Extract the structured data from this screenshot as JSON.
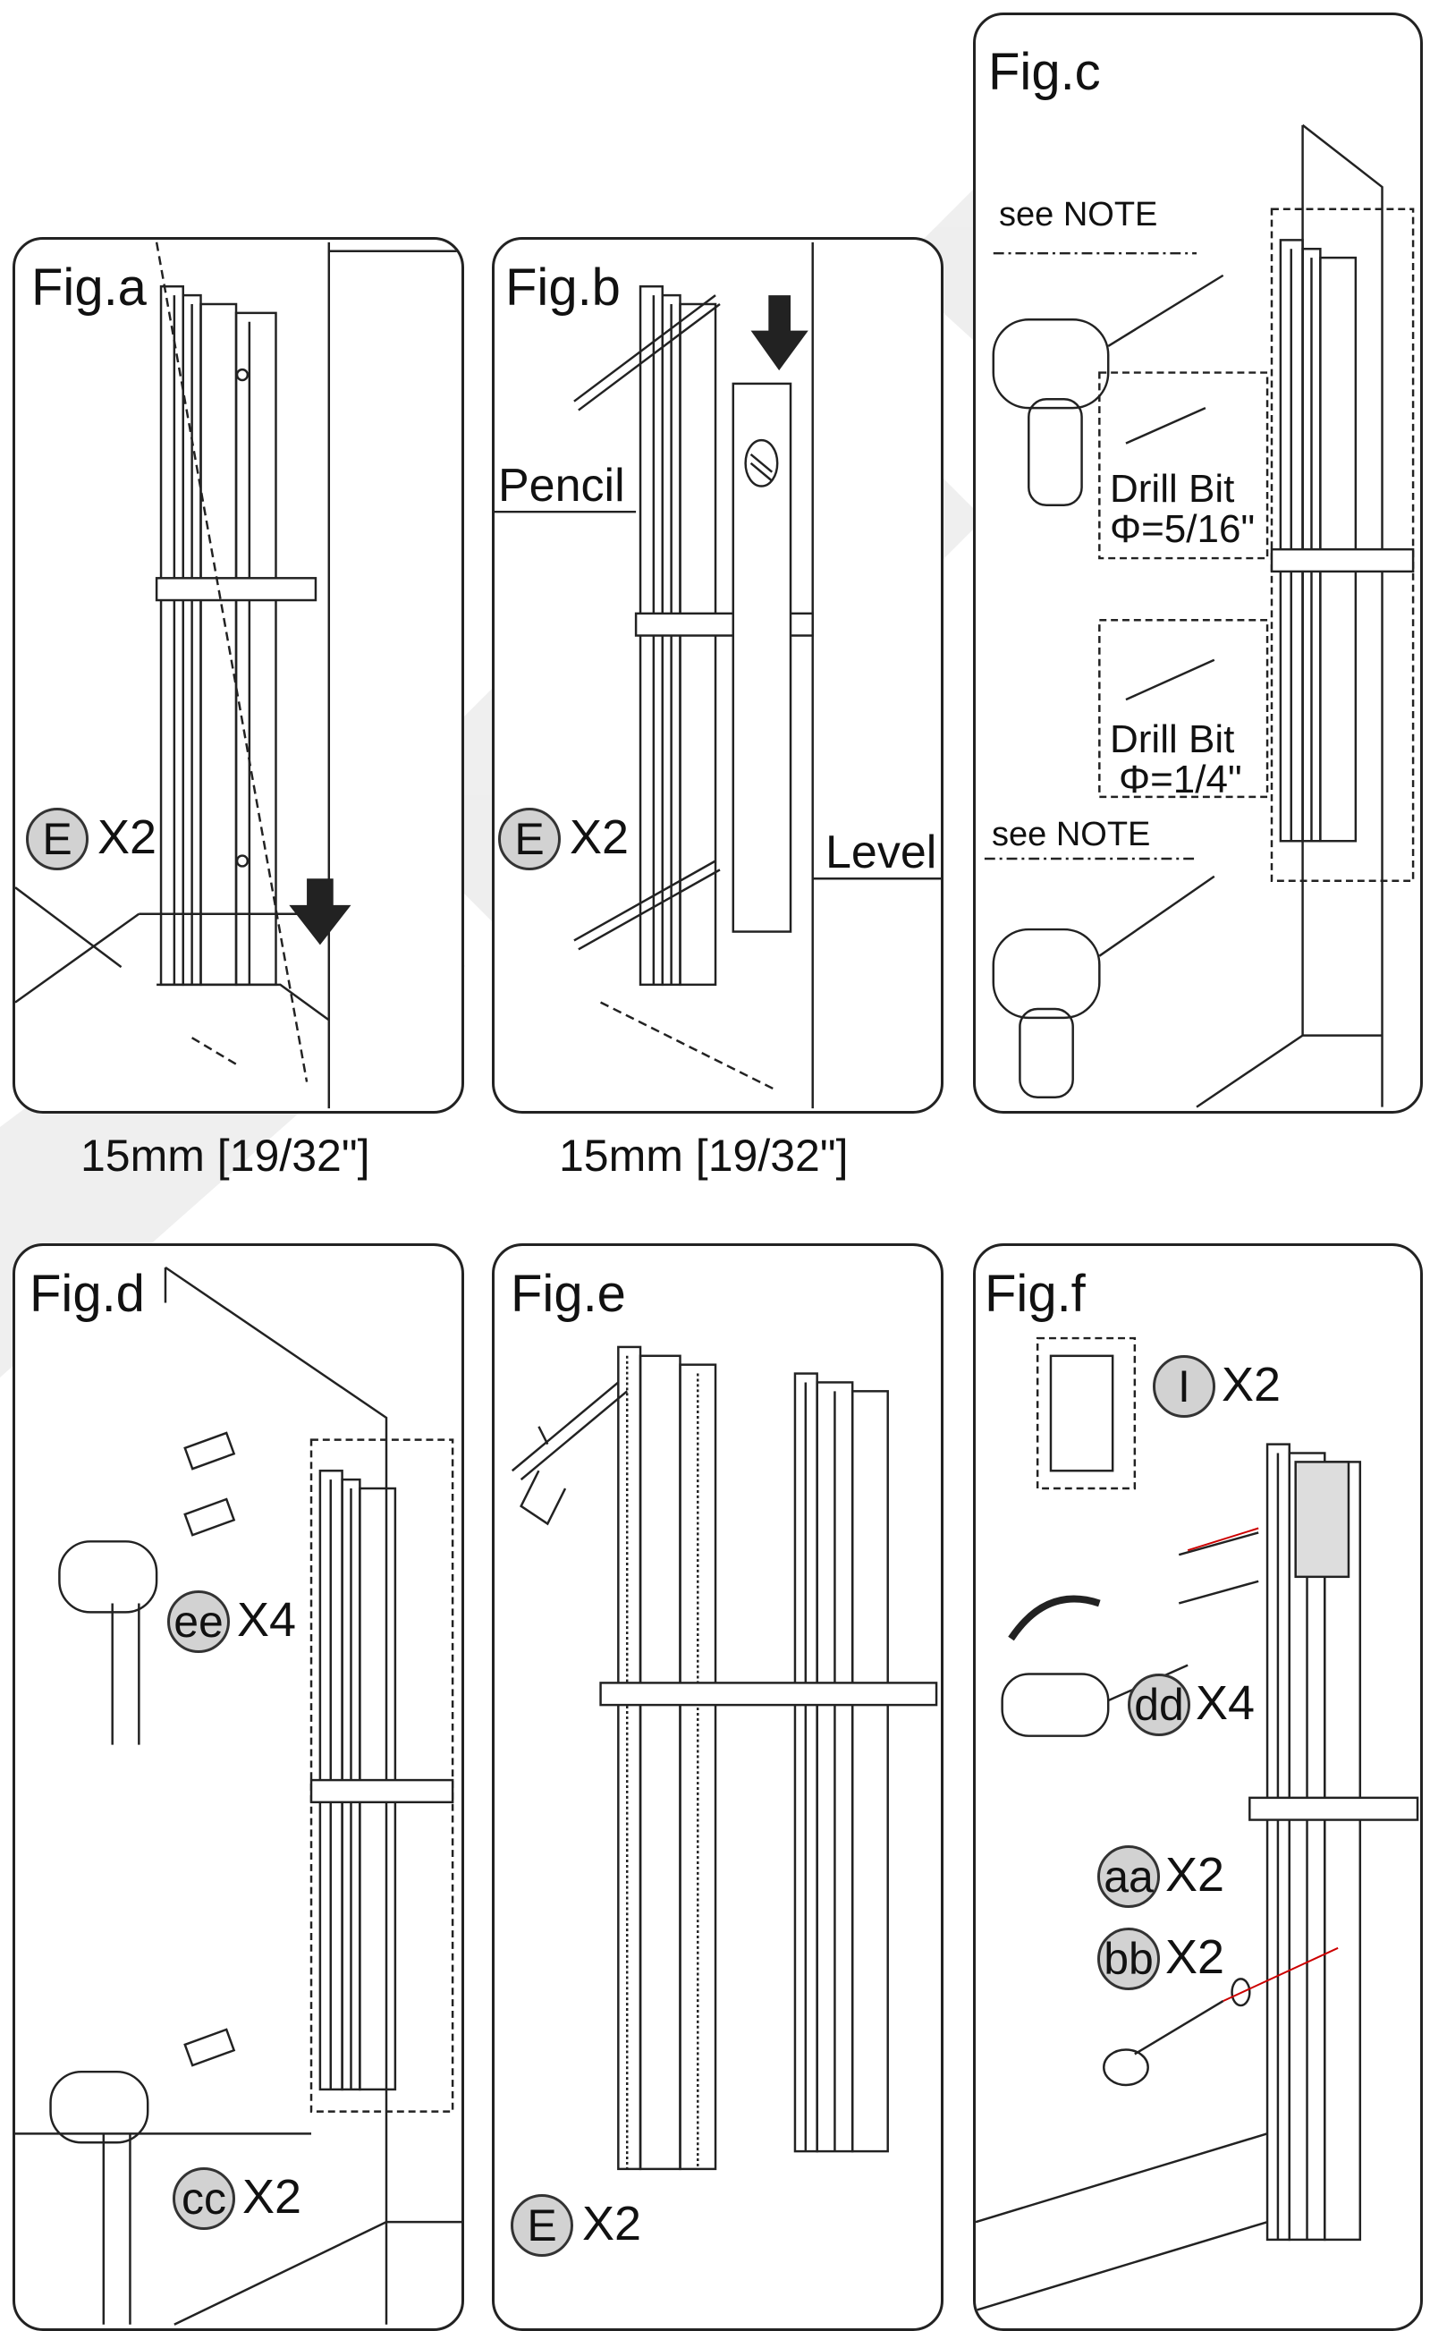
{
  "figures": {
    "a": {
      "title": "Fig.a",
      "part": "E",
      "qty": "X2",
      "dimension": "15mm [19/32\"]"
    },
    "b": {
      "title": "Fig.b",
      "tool_pencil": "Pencil",
      "tool_level": "Level",
      "part": "E",
      "qty": "X2",
      "dimension": "15mm [19/32\"]"
    },
    "c": {
      "title": "Fig.c",
      "note_top": "see NOTE",
      "bit1_label": "Drill Bit",
      "bit1_size": "Φ=5/16\"",
      "bit2_label": "Drill Bit",
      "bit2_size": "Φ=1/4\"",
      "note_bottom": "see NOTE"
    },
    "d": {
      "title": "Fig.d",
      "part1": "ee",
      "qty1": "X4",
      "part2": "cc",
      "qty2": "X2"
    },
    "e": {
      "title": "Fig.e",
      "part": "E",
      "qty": "X2"
    },
    "f": {
      "title": "Fig.f",
      "part1": "I",
      "qty1": "X2",
      "part2": "dd",
      "qty2": "X4",
      "part3": "aa",
      "qty3": "X2",
      "part4": "bb",
      "qty4": "X2"
    }
  },
  "colors": {
    "badge": "#d2d2d2",
    "line": "#222222",
    "watermark": "#e6e6e6"
  }
}
